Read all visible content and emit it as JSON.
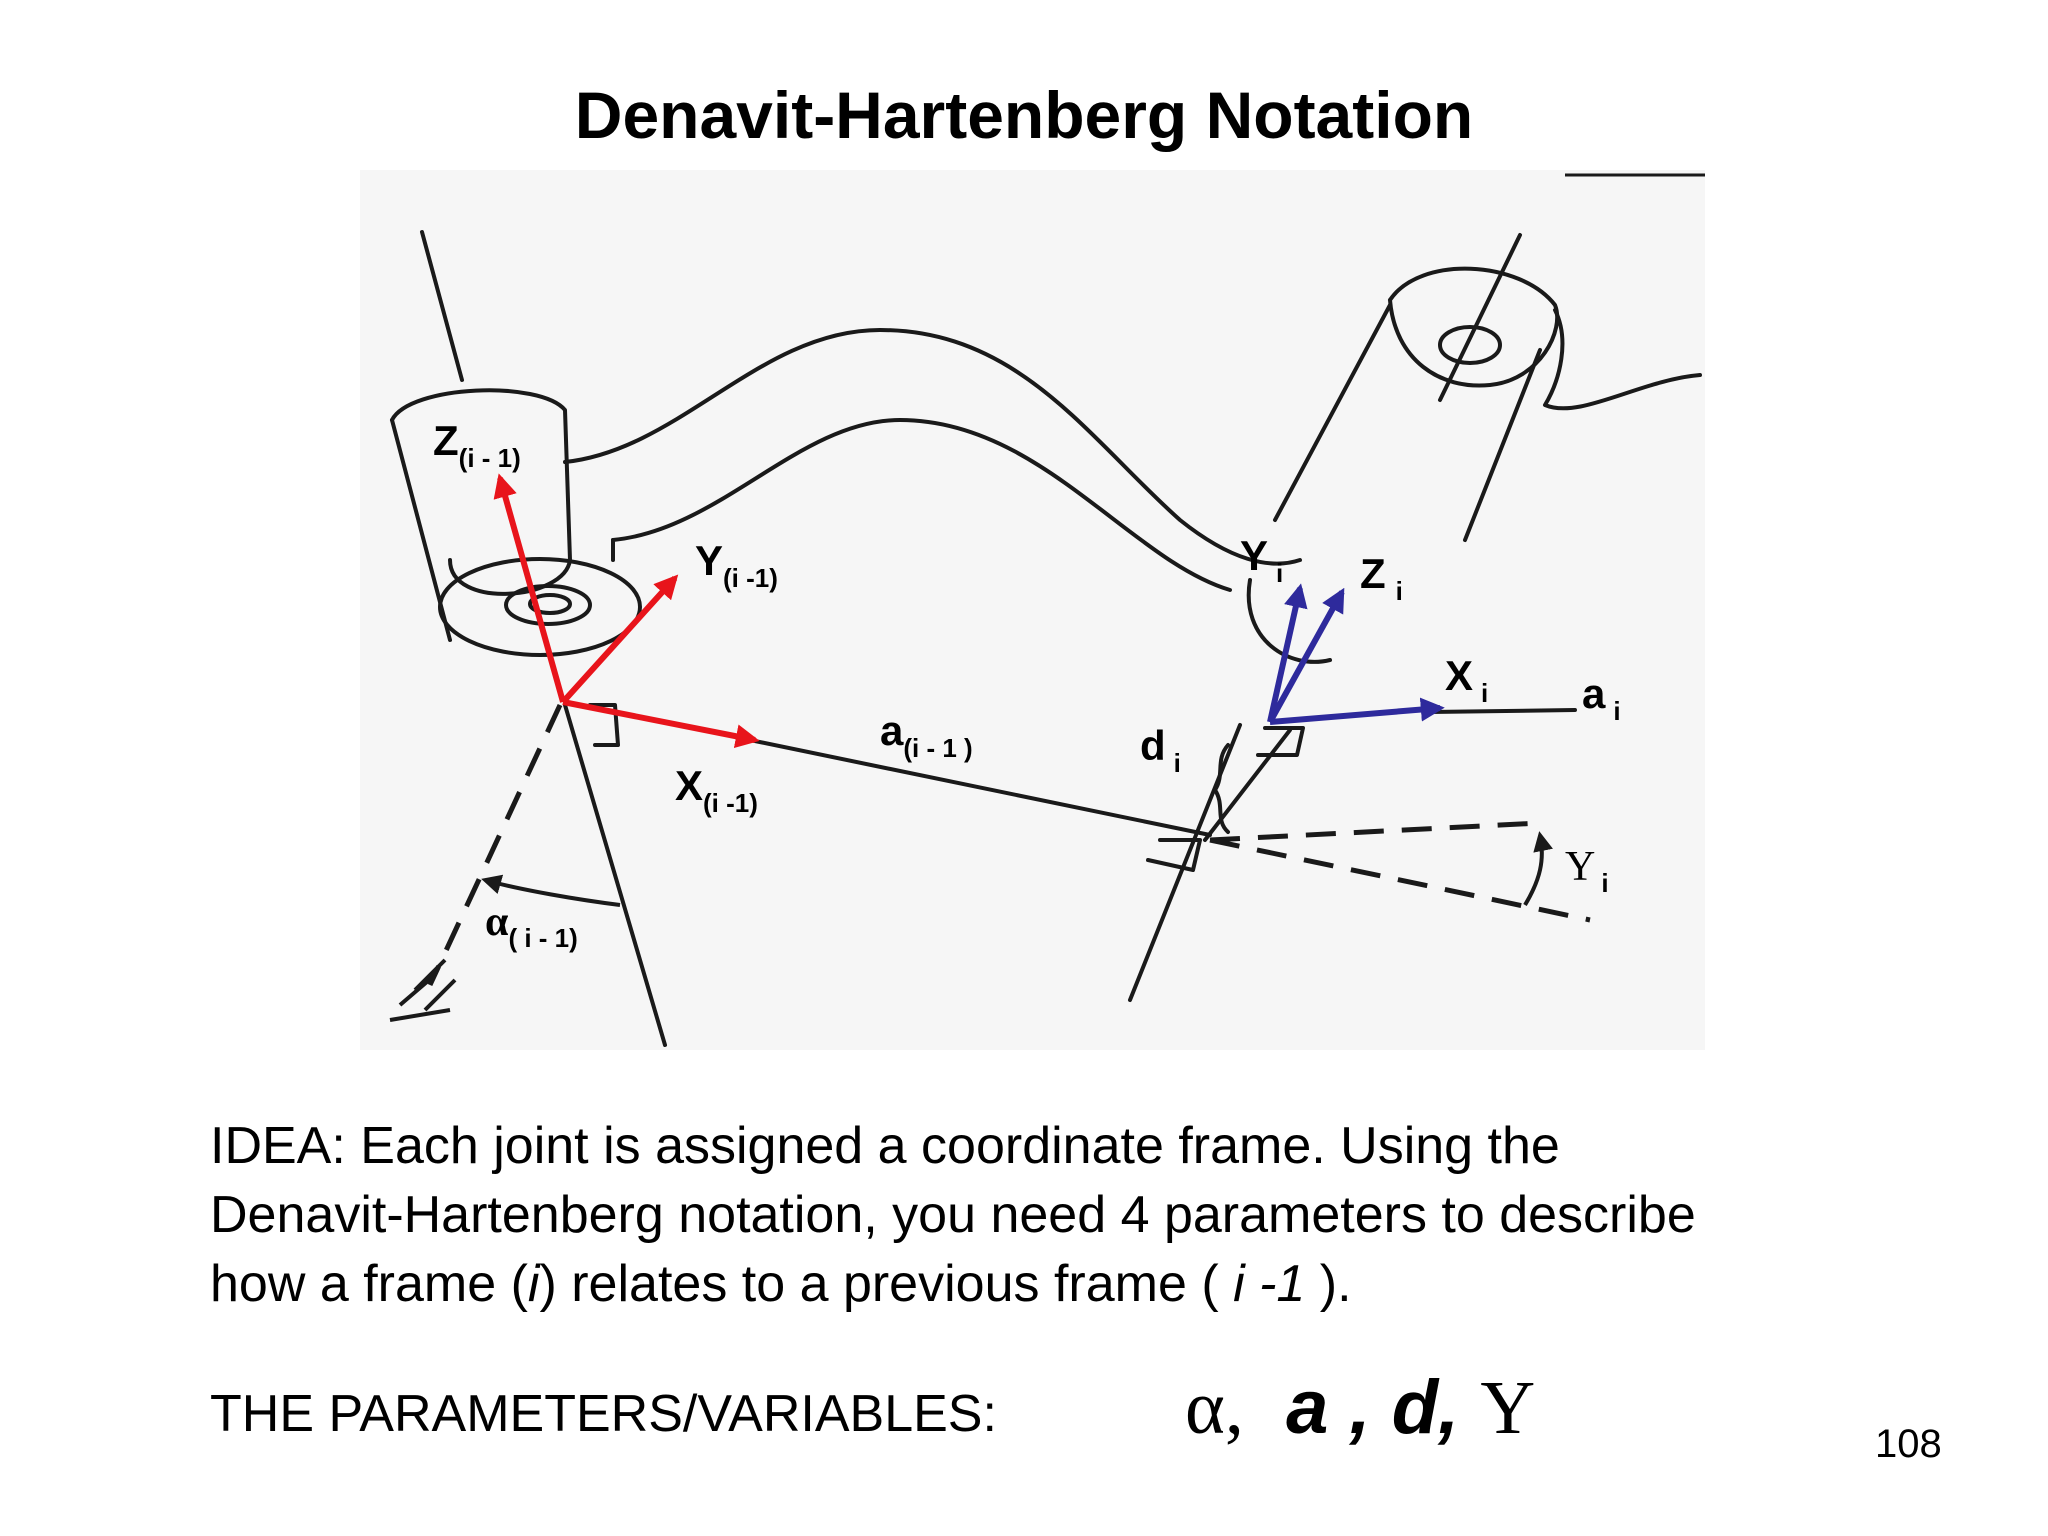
{
  "slide": {
    "title": "Denavit-Hartenberg Notation",
    "page_number": "108"
  },
  "diagram": {
    "labels": {
      "z_prev": {
        "main": "Z",
        "sub": "(i - 1)"
      },
      "y_prev": {
        "main": "Y",
        "sub": "(i -1)"
      },
      "x_prev": {
        "main": "X",
        "sub": "(i -1)"
      },
      "a_prev": {
        "main": "a",
        "sub": "(i - 1 )"
      },
      "alpha_prev": {
        "main": "α",
        "sub": "( i - 1)"
      },
      "y_i": {
        "main": "Y",
        "sub": "i"
      },
      "z_i": {
        "main": "Z",
        "sub": "i"
      },
      "x_i": {
        "main": "X",
        "sub": "i"
      },
      "a_i": {
        "main": "a",
        "sub": "i"
      },
      "d_i": {
        "main": "d",
        "sub": "i"
      },
      "theta_i": {
        "main": "Y",
        "sub": "i"
      }
    },
    "colors": {
      "frame_prev": "#e8141b",
      "frame_i": "#2e2a9c",
      "sketch": "#1a1a1a"
    }
  },
  "body": {
    "idea_lines": [
      "IDEA:  Each joint is assigned a coordinate frame. Using the",
      "Denavit-Hartenberg notation, you need 4 parameters to describe",
      "how a frame (i) relates to a previous frame ( i -1 )."
    ],
    "params_label": "THE PARAMETERS/VARIABLES:",
    "params": {
      "alpha": "α,",
      "a": "a ,",
      "d": "d,",
      "theta": "Y"
    }
  }
}
